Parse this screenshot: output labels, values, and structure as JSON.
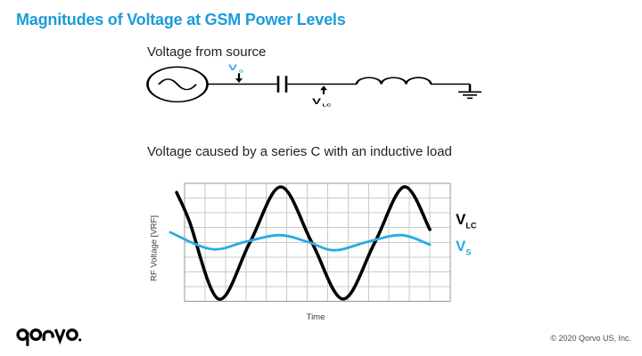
{
  "title": "Magnitudes of Voltage at GSM Power Levels",
  "colors": {
    "accent_blue": "#1b9cd8",
    "waveform_cyan": "#29abe2",
    "waveform_black": "#000000",
    "grid_line": "#c9c9c9",
    "grid_border": "#999999"
  },
  "captions": {
    "source": "Voltage from source",
    "chart": "Voltage caused by a series C with an inductive load"
  },
  "circuit": {
    "components": [
      "ac-source",
      "series-capacitor",
      "inductor",
      "ground"
    ],
    "source_voltage": {
      "label": "V",
      "sub": "S",
      "color": "#29abe2"
    },
    "load_voltage": {
      "label": "V",
      "sub": "LC",
      "color": "#000000"
    }
  },
  "chart_data": {
    "type": "line",
    "xlabel": "Time",
    "ylabel": "RF Voltage [VRF]",
    "x_ticks": [],
    "y_ticks": [],
    "grid": {
      "cols": 13,
      "rows": 8,
      "visible": true
    },
    "note_axis_units": "axes unlabeled; v is voltage relative to VLC peak, t is fraction of plot width",
    "series": [
      {
        "name": "VLC",
        "label": "V",
        "sub": "LC",
        "color": "#000000",
        "width": 3.6,
        "amplitude_rel": 1.0,
        "points": [
          {
            "t": -0.03,
            "v": 0.9
          },
          {
            "t": 0.017,
            "v": 0.4
          },
          {
            "t": 0.128,
            "v": -1.0
          },
          {
            "t": 0.245,
            "v": 0.0
          },
          {
            "t": 0.362,
            "v": 1.0
          },
          {
            "t": 0.48,
            "v": 0.0
          },
          {
            "t": 0.597,
            "v": -1.0
          },
          {
            "t": 0.715,
            "v": 0.0
          },
          {
            "t": 0.826,
            "v": 1.0
          },
          {
            "t": 0.923,
            "v": 0.24
          }
        ]
      },
      {
        "name": "VS",
        "label": "V",
        "sub": "S",
        "color": "#29abe2",
        "width": 2.8,
        "amplitude_rel": 0.13,
        "points": [
          {
            "t": -0.054,
            "v": 0.19
          },
          {
            "t": 0.101,
            "v": -0.11
          },
          {
            "t": 0.228,
            "v": 0.02
          },
          {
            "t": 0.356,
            "v": 0.14
          },
          {
            "t": 0.463,
            "v": 0.02
          },
          {
            "t": 0.564,
            "v": -0.13
          },
          {
            "t": 0.688,
            "v": 0.02
          },
          {
            "t": 0.815,
            "v": 0.14
          },
          {
            "t": 0.923,
            "v": -0.03
          }
        ]
      }
    ],
    "legend": {
      "position": "right",
      "entries": [
        {
          "label": "V",
          "sub": "LC",
          "color": "#000000"
        },
        {
          "label": "V",
          "sub": "S",
          "color": "#29abe2"
        }
      ]
    }
  },
  "footer": {
    "logo_text": "qorvo.",
    "copyright": "© 2020 Qorvo US, Inc."
  }
}
